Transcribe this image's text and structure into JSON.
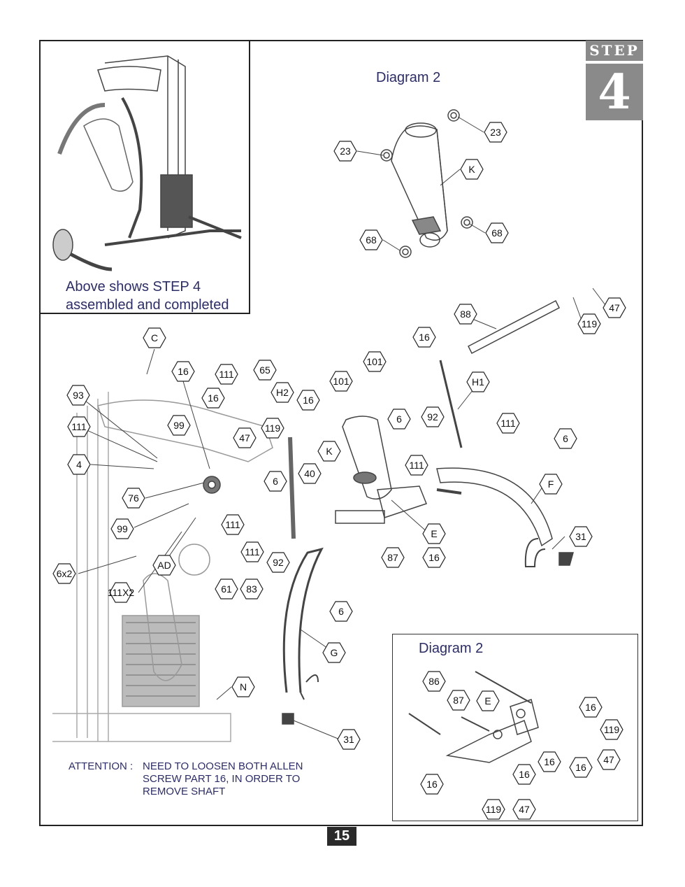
{
  "step": {
    "word": "STEP",
    "number": "4"
  },
  "inset_caption": {
    "line1": "Above shows STEP 4",
    "line2": "assembled and completed"
  },
  "diagram_top_title": "Diagram 2",
  "diagram_bottom_title": "Diagram 2",
  "attention": {
    "label": "ATTENTION :",
    "line1": "NEED TO LOOSEN BOTH ALLEN",
    "line2": "SCREW  PART 16, IN ORDER TO",
    "line3": "REMOVE SHAFT"
  },
  "page_number": "15",
  "part_tags": {
    "top": [
      "23",
      "23",
      "K",
      "68",
      "68"
    ],
    "main": [
      "C",
      "16",
      "111",
      "65",
      "93",
      "16",
      "H2",
      "16",
      "101",
      "101",
      "111",
      "99",
      "119",
      "47",
      "6",
      "92",
      "4",
      "40",
      "K",
      "111",
      "76",
      "6",
      "111",
      "99",
      "111",
      "92",
      "6x2",
      "AD",
      "111X2",
      "61",
      "83",
      "6",
      "G",
      "N",
      "31",
      "88",
      "47",
      "119",
      "16",
      "H1",
      "111",
      "6",
      "F",
      "E",
      "87",
      "16",
      "31"
    ],
    "bottom": [
      "86",
      "87",
      "E",
      "16",
      "119",
      "16",
      "47",
      "16",
      "16",
      "16",
      "119",
      "47"
    ]
  }
}
